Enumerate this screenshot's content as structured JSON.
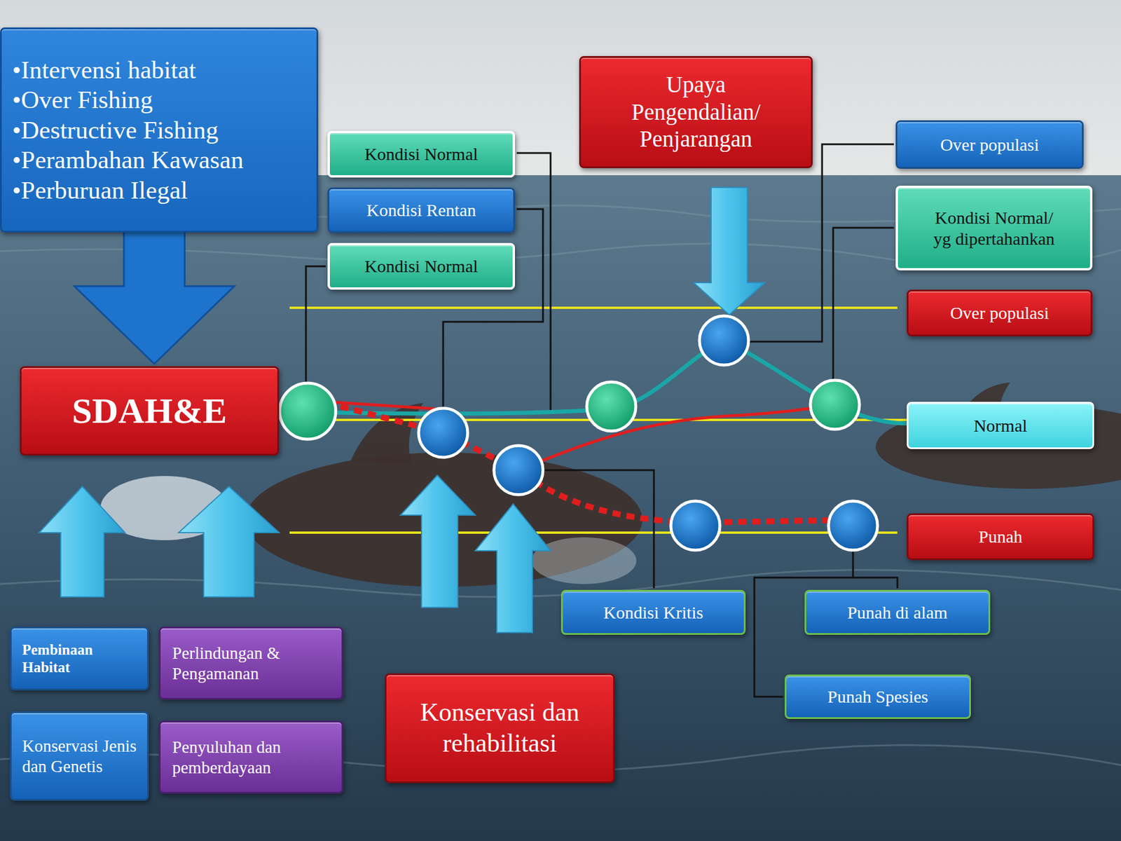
{
  "diagram": {
    "nodes": [
      {
        "text": [
          "•Intervensi habitat",
          "•Over Fishing",
          "•Destructive  Fishing",
          "•Perambahan Kawasan",
          "•Perburuan Ilegal"
        ]
      },
      {
        "text": [
          "SDAH&E"
        ]
      },
      {
        "text": [
          "Kondisi Normal"
        ]
      },
      {
        "text": [
          "Kondisi Rentan"
        ]
      },
      {
        "text": [
          "Kondisi Normal"
        ]
      },
      {
        "text": [
          "Upaya Pengendalian/ Penjarangan"
        ]
      },
      {
        "text": [
          "Over populasi"
        ]
      },
      {
        "text": [
          "Kondisi Normal/ yg dipertahankan"
        ]
      },
      {
        "text": [
          "Over populasi"
        ]
      },
      {
        "text": [
          "Normal"
        ]
      },
      {
        "text": [
          "Punah"
        ]
      },
      {
        "text": [
          "Kondisi Kritis"
        ]
      },
      {
        "text": [
          "Punah di alam"
        ]
      },
      {
        "text": [
          "Punah Spesies"
        ]
      },
      {
        "text": [
          "Pembinaan Habitat"
        ]
      },
      {
        "text": [
          "Perlindungan & Pengamanan"
        ]
      },
      {
        "text": [
          "Konservasi Jenis dan Genetis"
        ]
      },
      {
        "text": [
          "Penyuluhan dan pemberdayaan"
        ]
      },
      {
        "text": [
          "Konservasi dan rehabilitasi"
        ]
      }
    ],
    "edges": [
      {
        "from": 0,
        "to": 1,
        "arrow": "to"
      }
    ]
  }
}
